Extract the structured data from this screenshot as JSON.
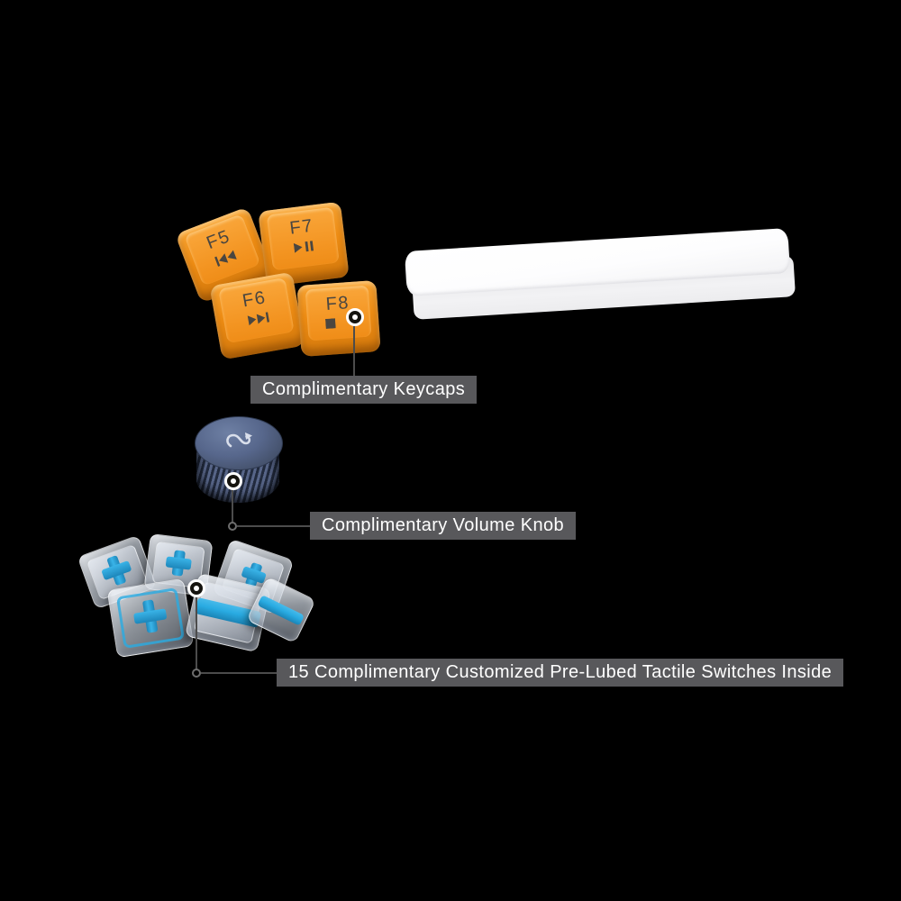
{
  "figure": {
    "background_color": "#000000",
    "keycaps": [
      {
        "legend": "F5",
        "icon": "prev-track"
      },
      {
        "legend": "F7",
        "icon": "play-pause"
      },
      {
        "legend": "F6",
        "icon": "next-track"
      },
      {
        "legend": "F8",
        "icon": "stop"
      }
    ],
    "volume_knob": {
      "icon": "loop-arrow"
    },
    "callouts": [
      {
        "label": "Complimentary Keycaps"
      },
      {
        "label": "Complimentary Volume Knob"
      },
      {
        "label": "15 Complimentary Customized Pre-Lubed Tactile Switches Inside"
      }
    ],
    "colors": {
      "keycap_orange": "#F7941E",
      "keycap_legend": "#4A4640",
      "label_background": "#58585B",
      "label_text": "#FFFFFF",
      "switch_blue": "#29ABE2",
      "knob_blue_gray": "#46536E",
      "spacebar_white": "#FFFFFF",
      "callout_line": "#4C4C4C"
    }
  }
}
